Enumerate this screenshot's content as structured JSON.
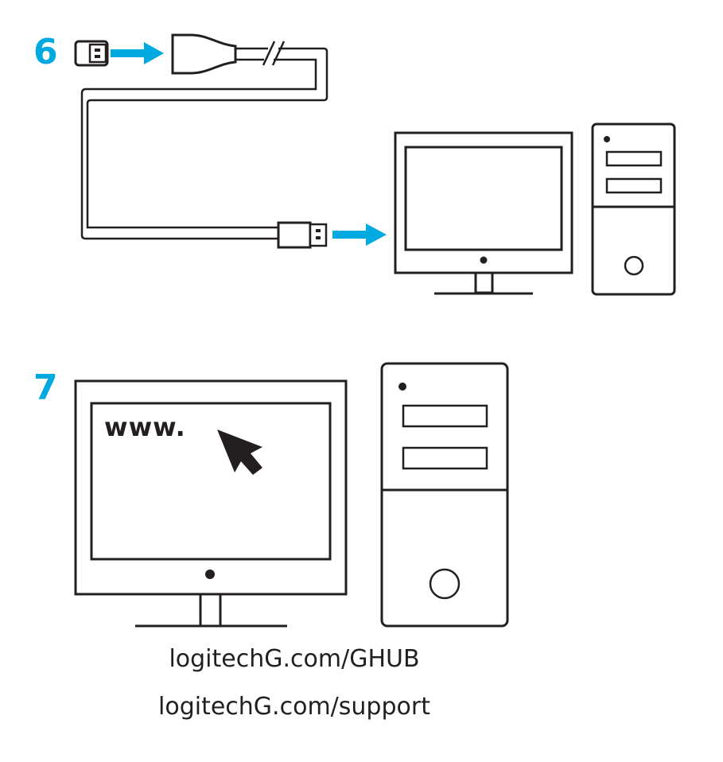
{
  "colors": {
    "accent": "#00a9e0",
    "ink": "#231f20",
    "background": "#ffffff"
  },
  "steps": [
    {
      "number": "6",
      "illustration": "usb-receiver-extension-cable-to-pc"
    },
    {
      "number": "7",
      "illustration": "browser-on-monitor-with-cursor"
    }
  ],
  "screen_text": "www.",
  "links": {
    "ghub": "logitechG.com/GHUB",
    "support": "logitechG.com/support"
  },
  "icons": [
    "usb-receiver-icon",
    "arrow-right-icon",
    "extension-adapter-icon",
    "usb-plug-icon",
    "monitor-icon",
    "pc-tower-icon",
    "mouse-cursor-icon"
  ]
}
